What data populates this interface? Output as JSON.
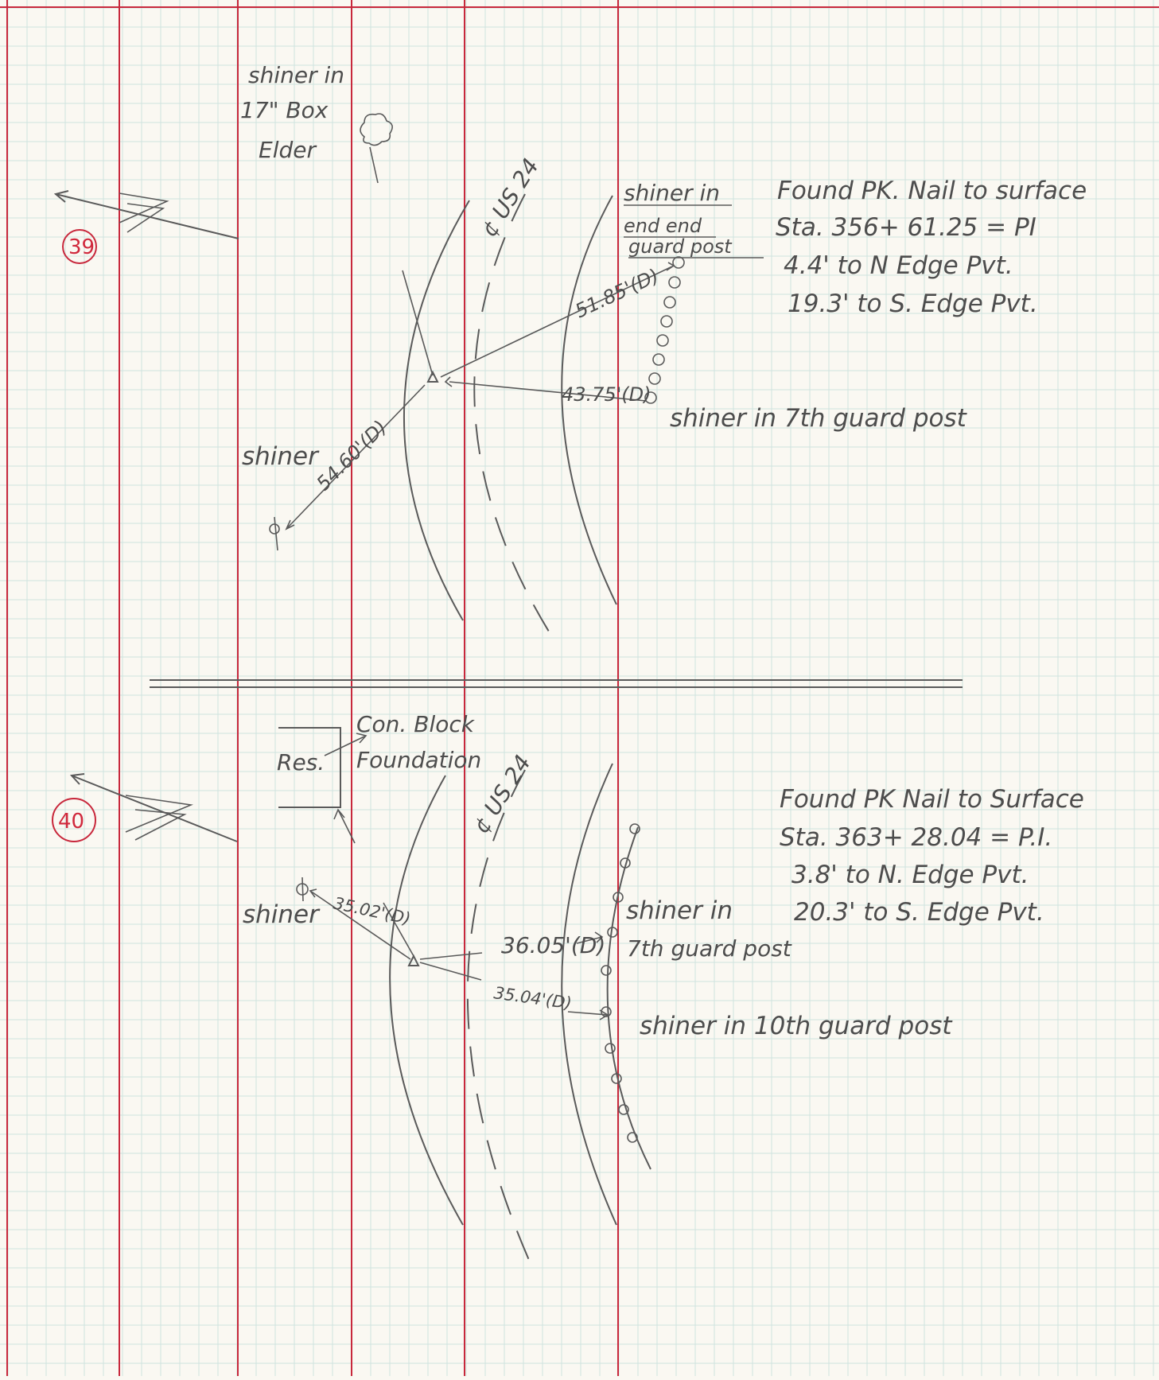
{
  "section_39": {
    "number": "39",
    "tree_label_1": "shiner in",
    "tree_label_2": "17\" Box",
    "tree_label_3": "Elder",
    "route_label": "¢ US 24",
    "post_label_1": "shiner in",
    "post_label_2": "end end",
    "post_label_3": "guard post",
    "note_line_1": "Found PK. Nail to surface",
    "note_line_2": "Sta. 356+ 61.25 = PI",
    "note_line_3": "4.4' to N Edge Pvt.",
    "note_line_4": "19.3' to S. Edge Pvt.",
    "dist_1": "51.85'(D)",
    "dist_2": "43.75'(D)",
    "dist_3": "54.60'(D)",
    "post7_label": "shiner in 7th guard post",
    "shiner_label": "shiner"
  },
  "section_40": {
    "number": "40",
    "block_label_1": "Con. Block",
    "block_label_2": "Foundation",
    "res_label": "Res.",
    "route_label": "¢ US 24",
    "note_line_1": "Found PK Nail to Surface",
    "note_line_2": "Sta. 363+ 28.04 = P.I.",
    "note_line_3": "3.8' to N. Edge Pvt.",
    "note_line_4": "20.3' to S. Edge Pvt.",
    "shiner_label": "shiner",
    "dist_1": "35.02'(D)",
    "dist_2": "36.05'(D)",
    "dist_3": "35.04'(D)",
    "post7_label_1": "shiner in",
    "post7_label_2": "7th guard post",
    "post10_label": "shiner in 10th guard post"
  },
  "colors": {
    "paper": "#faf8f2",
    "grid": "#cfe3df",
    "ruling": "#c8283c",
    "pencil": "#5a5a5a"
  }
}
